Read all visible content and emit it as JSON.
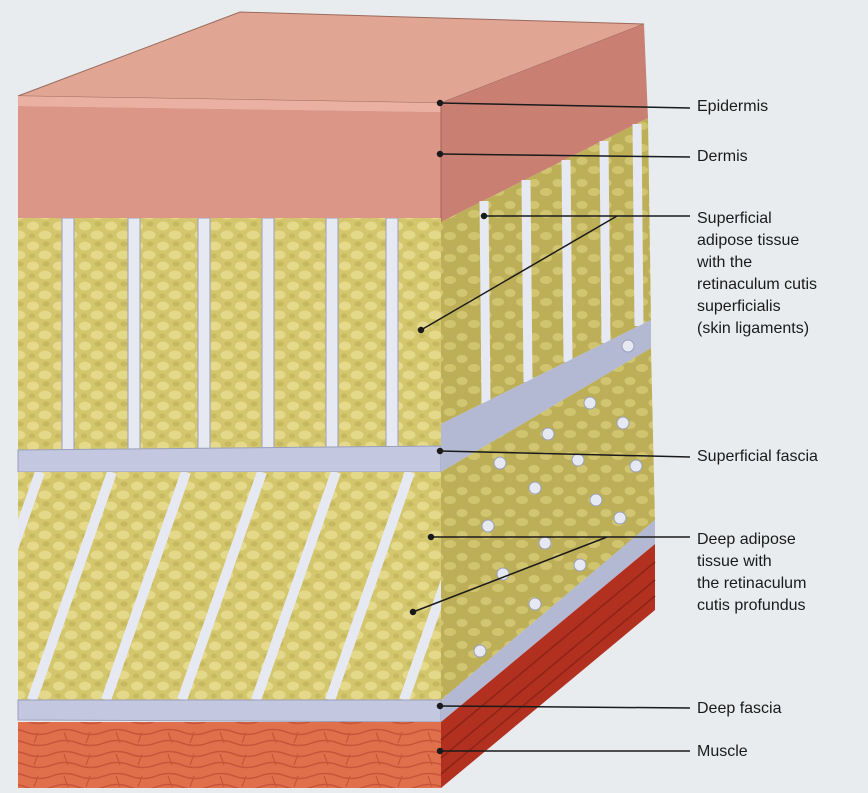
{
  "labels": {
    "epidermis": "Epidermis",
    "dermis": "Dermis",
    "superficial_adipose": "Superficial\nadipose tissue\nwith the\nretinaculum cutis\nsuperficialis\n(skin ligaments)",
    "superficial_fascia": "Superficial fascia",
    "deep_adipose": "Deep adipose\ntissue with\nthe retinaculum\ncutis profundus",
    "deep_fascia": "Deep fascia",
    "muscle": "Muscle"
  },
  "colors": {
    "background": "#e9ecee",
    "skin_top": "#e0a593",
    "skin_front": "#dc9687",
    "skin_side": "#c98073",
    "fat": "#d4c66c",
    "fat_side": "#bdaf58",
    "fat_lobule": "#e8dc92",
    "ligament": "#e6e9f2",
    "fascia": "#c3c7df",
    "muscle_front": "#e0704c",
    "muscle_side": "#b2301f",
    "leader_line": "#1a1a1a"
  }
}
